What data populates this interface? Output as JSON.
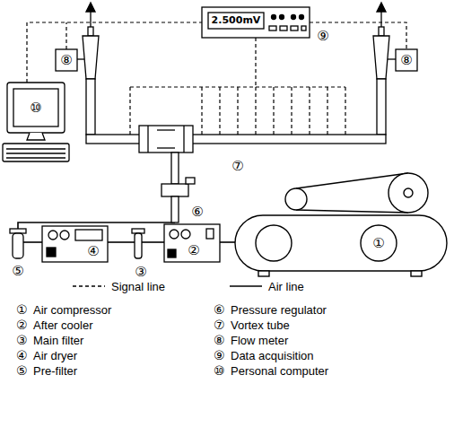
{
  "diagram": {
    "labels": [
      "2.500mV",
      "⑨",
      "⑧",
      "⑧",
      "⑦",
      "⑩",
      "⑥",
      "⑤",
      "④",
      "③",
      "②",
      "①",
      "①",
      "Air compressor",
      "⑥",
      "Pressure regulator",
      "②",
      "After cooler",
      "⑦",
      "Vortex tube",
      "③",
      "Main filter",
      "⑧",
      "Flow meter",
      "④",
      "Air dryer",
      "⑨",
      "Data acquisition",
      "⑤",
      "Pre-filter",
      "⑩",
      "Personal computer"
    ],
    "legend": [
      {
        "text": "Signal line"
      },
      {
        "text": "Air line"
      }
    ]
  }
}
